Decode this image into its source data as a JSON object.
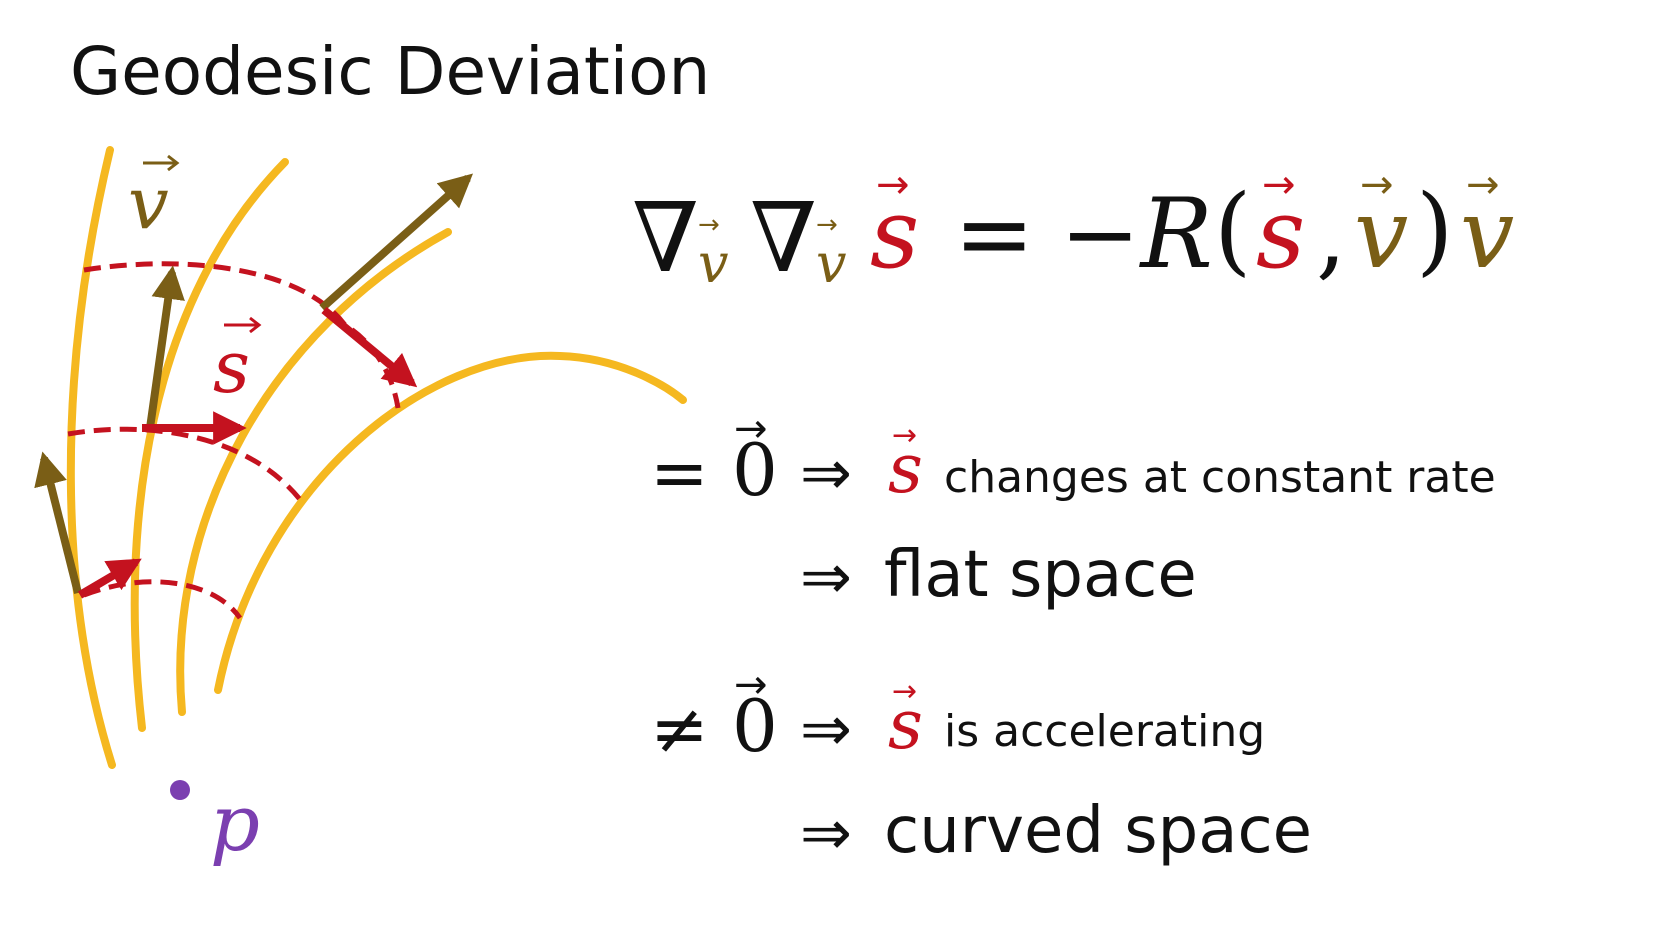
{
  "title": "Geodesic Deviation",
  "colors": {
    "geodesic": "#f5b820",
    "deviation_vector": "#c4121f",
    "velocity_vector": "#7a5e16",
    "point": "#7b3fb0",
    "text": "#111111"
  },
  "diagram": {
    "velocity_label": "v",
    "separation_label": "s",
    "point_label": "p"
  },
  "equation": {
    "nabla": "∇",
    "sub_v": "v",
    "s": "s",
    "equals": "=",
    "minus_R": "−R",
    "open_paren": "(",
    "comma": ",",
    "close_paren": ")",
    "v": "v"
  },
  "cases": [
    {
      "relation": "=",
      "zero": "0",
      "implies": "⇒",
      "symbol": "s",
      "description": "changes at constant rate",
      "conclusion_arrow": "⇒",
      "conclusion": "flat space"
    },
    {
      "relation": "≠",
      "zero": "0",
      "implies": "⇒",
      "symbol": "s",
      "description": "is accelerating",
      "conclusion_arrow": "⇒",
      "conclusion": "curved space"
    }
  ]
}
